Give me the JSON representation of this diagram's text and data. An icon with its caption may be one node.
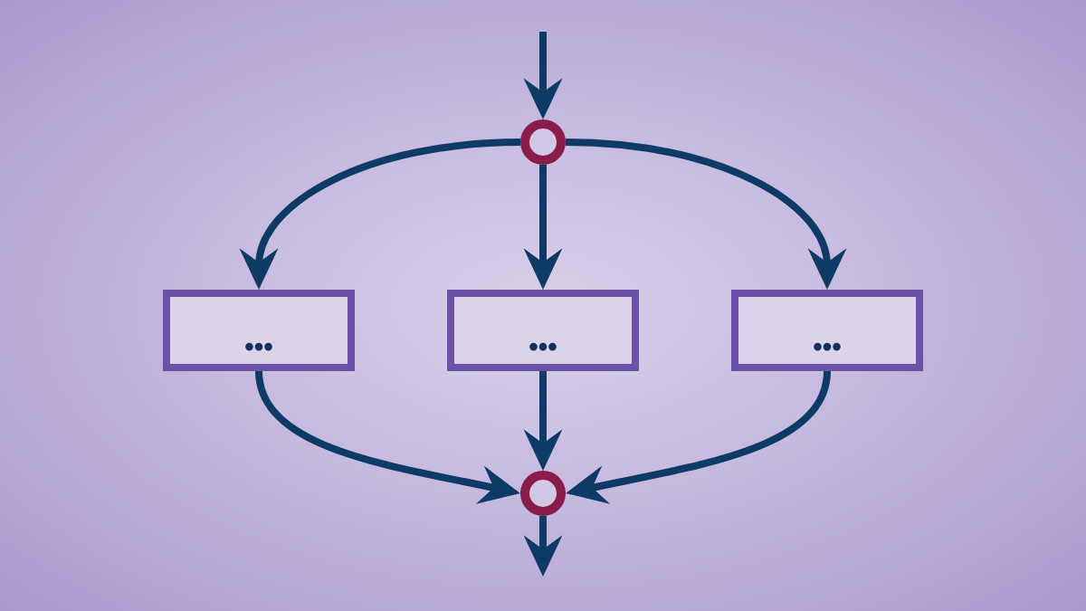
{
  "diagram": {
    "nodes": [
      {
        "text": [],
        "shape": "circle"
      },
      {
        "text": [
          "•••"
        ]
      },
      {
        "text": [
          "•••"
        ]
      },
      {
        "text": [
          "•••"
        ]
      },
      {
        "text": [],
        "shape": "circle"
      }
    ],
    "edges": [
      {
        "from": null,
        "to": 0,
        "arrow": "to"
      },
      {
        "from": 0,
        "to": 1,
        "arrow": "to"
      },
      {
        "from": 0,
        "to": 2,
        "arrow": "to"
      },
      {
        "from": 0,
        "to": 3,
        "arrow": "to"
      },
      {
        "from": 1,
        "to": 4,
        "arrow": "to"
      },
      {
        "from": 2,
        "to": 4,
        "arrow": "to"
      },
      {
        "from": 3,
        "to": 4,
        "arrow": "to"
      },
      {
        "from": 4,
        "to": null,
        "arrow": "to"
      }
    ]
  }
}
